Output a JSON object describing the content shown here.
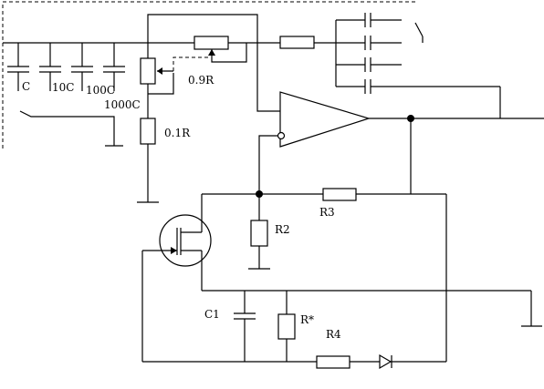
{
  "diagram": {
    "labels": {
      "c": "C",
      "c10": "10C",
      "c100": "100C",
      "c1000": "1000C",
      "r09": "0.9R",
      "r01": "0.1R",
      "r2": "R2",
      "r3": "R3",
      "c1": "C1",
      "rstar": "R*",
      "r4": "R4"
    },
    "components": [
      "capacitor",
      "resistor",
      "potentiometer",
      "op-amp",
      "jfet",
      "diode",
      "ground"
    ],
    "junction_dots": 2
  }
}
